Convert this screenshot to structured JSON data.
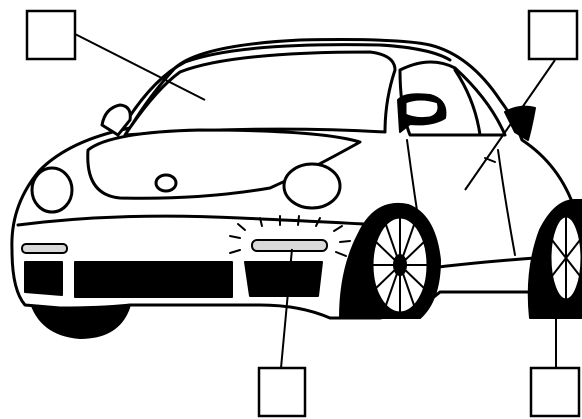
{
  "diagram": {
    "subject": "car-line-drawing",
    "label_boxes": [
      {
        "id": "box-windshield",
        "text": ""
      },
      {
        "id": "box-door",
        "text": ""
      },
      {
        "id": "box-headlight",
        "text": ""
      },
      {
        "id": "box-wheel",
        "text": ""
      }
    ],
    "colors": {
      "ink": "#000000",
      "paper": "#ffffff",
      "lamp": "#d9d9d9"
    }
  }
}
